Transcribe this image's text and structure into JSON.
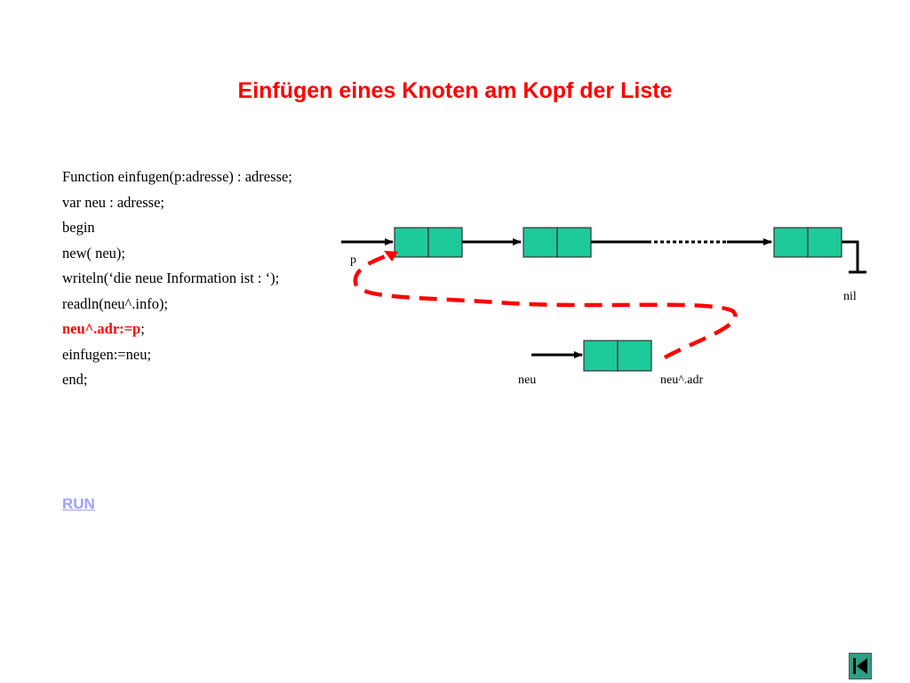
{
  "title": "Einfügen eines Knoten am Kopf der Liste",
  "code": {
    "lines": [
      "Function einfugen(p:adresse) : adresse;",
      "var neu : adresse;",
      "begin",
      "new( neu);",
      "writeln(‘die neue Information ist : ‘);",
      "readln(neu^.info);"
    ],
    "highlight_text": "neu^.adr:=p",
    "highlight_suffix": ";",
    "after_lines": [
      "einfugen:=neu;",
      "end;"
    ]
  },
  "run_link": "RUN",
  "diagram": {
    "label_p": "p",
    "label_nil": "nil",
    "label_neu": "neu",
    "label_neu_adr": "neu^.adr",
    "node_color": "#1ec99a",
    "highlight_color": "#ff0000"
  },
  "nav": {
    "icon": "skip-to-start-icon"
  }
}
